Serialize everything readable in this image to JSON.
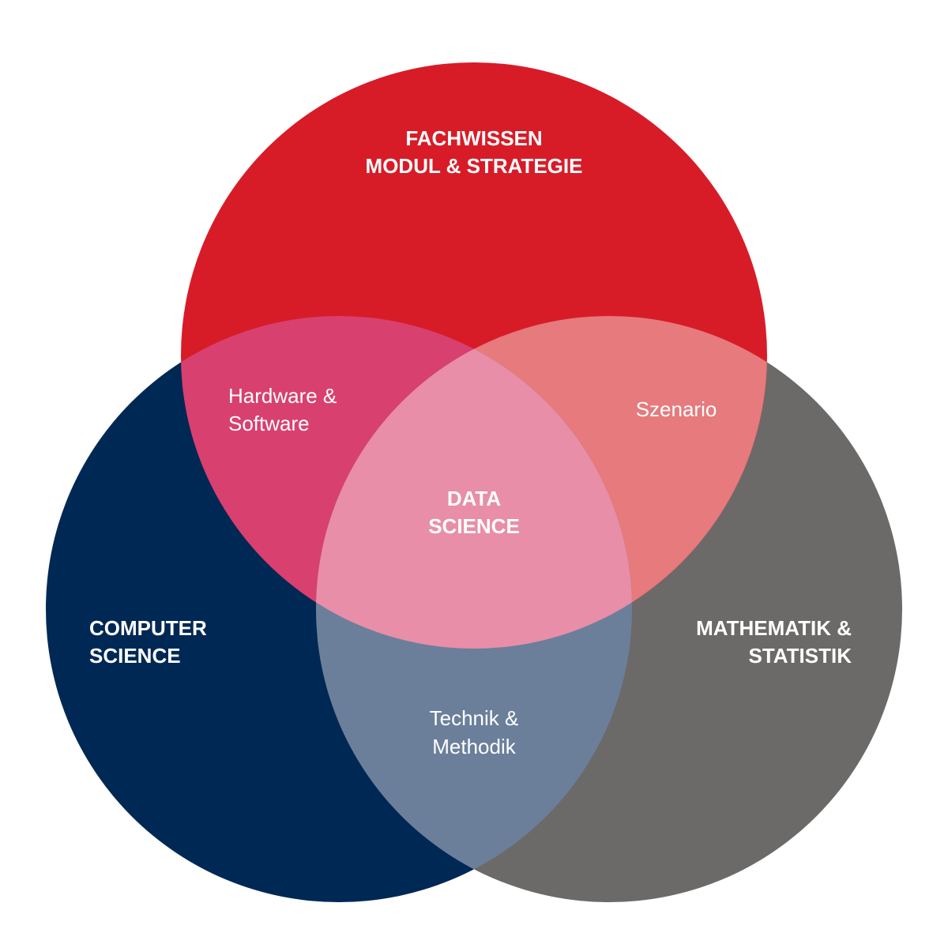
{
  "sets": {
    "fachwissen": {
      "lines": [
        "FACHWISSEN",
        "MODUL & STRATEGIE"
      ],
      "color": "#d71c28"
    },
    "computer_science": {
      "lines": [
        "COMPUTER",
        "SCIENCE"
      ],
      "color": "#002855"
    },
    "mathematik": {
      "lines": [
        "MATHEMATIK &",
        "STATISTIK"
      ],
      "color": "#6c6a69"
    }
  },
  "intersections": {
    "fachwissen_computer": {
      "lines": [
        "Hardware &",
        "Software"
      ],
      "color": "#d84070"
    },
    "fachwissen_mathematik": {
      "lines": [
        "Szenario"
      ],
      "color": "#e67a7c"
    },
    "computer_mathematik": {
      "lines": [
        "Technik &",
        "Methodik"
      ],
      "color": "#6b7f9b"
    },
    "center": {
      "lines": [
        "DATA",
        "SCIENCE"
      ],
      "color": "#e88ea8"
    }
  },
  "background": "#ffffff"
}
